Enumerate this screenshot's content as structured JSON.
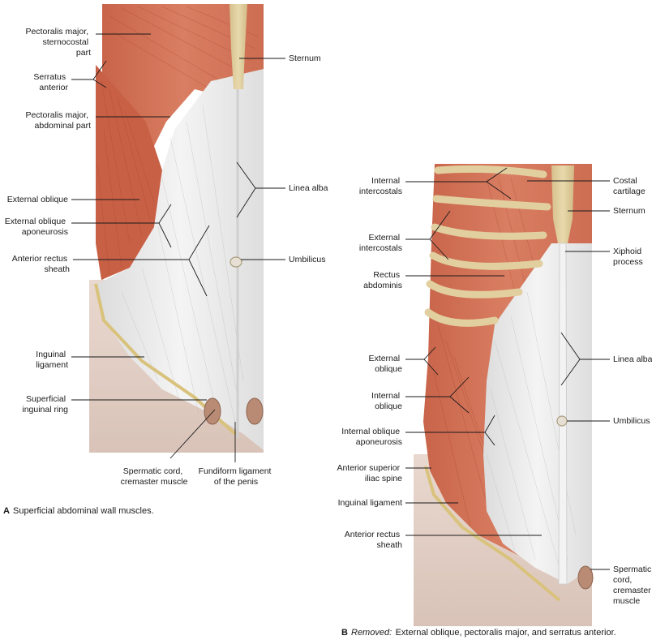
{
  "panel_a": {
    "labels": [
      [
        "Pectoralis major,",
        "sternocostal",
        "part"
      ],
      [
        "Serratus",
        "anterior"
      ],
      [
        "Pectoralis major,",
        "abdominal part"
      ],
      [
        "External oblique"
      ],
      [
        "External oblique",
        "aponeurosis"
      ],
      [
        "Anterior rectus",
        "sheath"
      ],
      [
        "Inguinal",
        "ligament"
      ],
      [
        "Superficial",
        "inguinal ring"
      ],
      [
        "Spermatic cord,",
        "cremaster muscle"
      ],
      [
        "Fundiform ligament",
        "of the penis"
      ],
      [
        "Sternum"
      ],
      [
        "Linea alba"
      ],
      [
        "Umbilicus"
      ]
    ],
    "caption_letter": "A",
    "caption_text": "Superficial abdominal wall muscles."
  },
  "panel_b": {
    "labels": [
      [
        "Internal",
        "intercostals"
      ],
      [
        "External",
        "intercostals"
      ],
      [
        "Rectus",
        "abdominis"
      ],
      [
        "External",
        "oblique"
      ],
      [
        "Internal",
        "oblique"
      ],
      [
        "Internal oblique",
        "aponeurosis"
      ],
      [
        "Anterior superior",
        "iliac spine"
      ],
      [
        "Inguinal ligament"
      ],
      [
        "Anterior rectus",
        "sheath"
      ],
      [
        "Costal",
        "cartilage"
      ],
      [
        "Sternum"
      ],
      [
        "Xiphoid",
        "process"
      ],
      [
        "Linea alba"
      ],
      [
        "Umbilicus"
      ],
      [
        "Spermatic",
        "cord,",
        "cremaster",
        "muscle"
      ]
    ],
    "caption_letter": "B",
    "caption_italic": "Removed:",
    "caption_text": " External oblique, pectoralis major, and serratus anterior."
  }
}
